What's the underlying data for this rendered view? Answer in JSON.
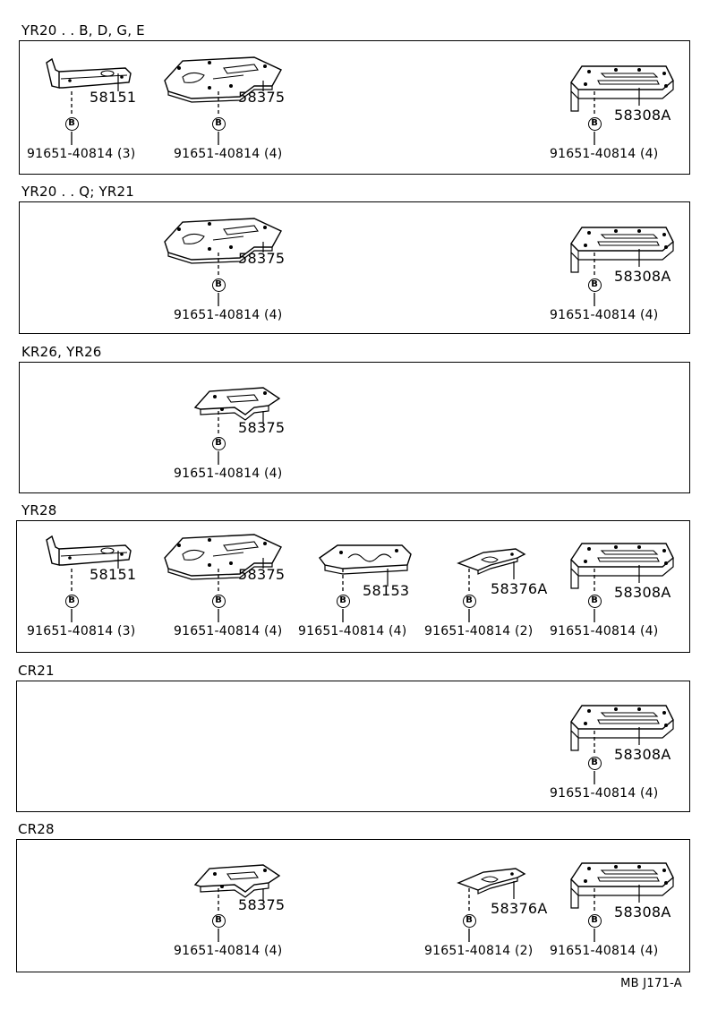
{
  "sections": [
    {
      "label": "YR20 . . B, D, G, E",
      "parts": [
        {
          "shape": "bracket",
          "part_no": "58151",
          "marker": "B",
          "bolt": "91651-40814 (3)"
        },
        {
          "shape": "plate",
          "part_no": "58375",
          "marker": "B",
          "bolt": "91651-40814 (4)"
        },
        {
          "shape": "cover",
          "part_no": "58308A",
          "marker": "B",
          "bolt": "91651-40814 (4)"
        }
      ]
    },
    {
      "label": "YR20 . . Q; YR21",
      "parts": [
        {
          "shape": "plate",
          "part_no": "58375",
          "marker": "B",
          "bolt": "91651-40814 (4)"
        },
        {
          "shape": "cover",
          "part_no": "58308A",
          "marker": "B",
          "bolt": "91651-40814 (4)"
        }
      ]
    },
    {
      "label": "KR26, YR26",
      "parts": [
        {
          "shape": "plate-small",
          "part_no": "58375",
          "marker": "B",
          "bolt": "91651-40814 (4)"
        }
      ]
    },
    {
      "label": "YR28",
      "parts": [
        {
          "shape": "bracket",
          "part_no": "58151",
          "marker": "B",
          "bolt": "91651-40814 (3)"
        },
        {
          "shape": "plate",
          "part_no": "58375",
          "marker": "B",
          "bolt": "91651-40814 (4)"
        },
        {
          "shape": "shield",
          "part_no": "58153",
          "marker": "B",
          "bolt": "91651-40814 (4)"
        },
        {
          "shape": "strip",
          "part_no": "58376A",
          "marker": "B",
          "bolt": "91651-40814 (2)"
        },
        {
          "shape": "cover",
          "part_no": "58308A",
          "marker": "B",
          "bolt": "91651-40814 (4)"
        }
      ]
    },
    {
      "label": "CR21",
      "parts": [
        {
          "shape": "cover",
          "part_no": "58308A",
          "marker": "B",
          "bolt": "91651-40814 (4)"
        }
      ]
    },
    {
      "label": "CR28",
      "parts": [
        {
          "shape": "plate-small",
          "part_no": "58375",
          "marker": "B",
          "bolt": "91651-40814 (4)"
        },
        {
          "shape": "strip",
          "part_no": "58376A",
          "marker": "B",
          "bolt": "91651-40814 (2)"
        },
        {
          "shape": "cover",
          "part_no": "58308A",
          "marker": "B",
          "bolt": "91651-40814 (4)"
        }
      ]
    }
  ],
  "footer": "MB J171-A"
}
